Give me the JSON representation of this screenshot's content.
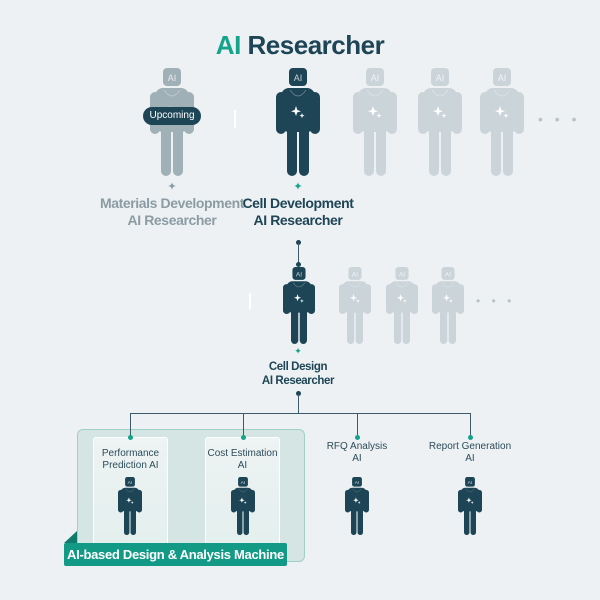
{
  "title": {
    "accent": "AI",
    "rest": "Researcher"
  },
  "colors": {
    "dark": "#1d4556",
    "teal": "#14a38b",
    "gray": "#a0b0b7",
    "light": "#cbd5d9"
  },
  "icons": {
    "figure": "ai-robot-figure-icon",
    "sparkle": "sparkle-icon",
    "star": "four-point-star-icon"
  },
  "figure_head_label": "AI",
  "level1": {
    "materials": {
      "line1": "Materials Development",
      "line2": "AI Researcher",
      "badge": "Upcoming"
    },
    "cell_dev": {
      "line1": "Cell Development",
      "line2": "AI Researcher"
    },
    "more": "• • •"
  },
  "level2": {
    "cell_design": {
      "line1": "Cell Design",
      "line2": "AI Researcher"
    },
    "more": "• • •"
  },
  "level3": {
    "performance": {
      "line1": "Performance",
      "line2": "Prediction AI"
    },
    "cost": {
      "line1": "Cost Estimation",
      "line2": "AI"
    },
    "rfq": {
      "line1": "RFQ Analysis",
      "line2": "AI"
    },
    "report": {
      "line1": "Report Generation",
      "line2": "AI"
    },
    "group_label": "AI-based Design & Analysis Machine"
  },
  "star_glyph": "✦"
}
